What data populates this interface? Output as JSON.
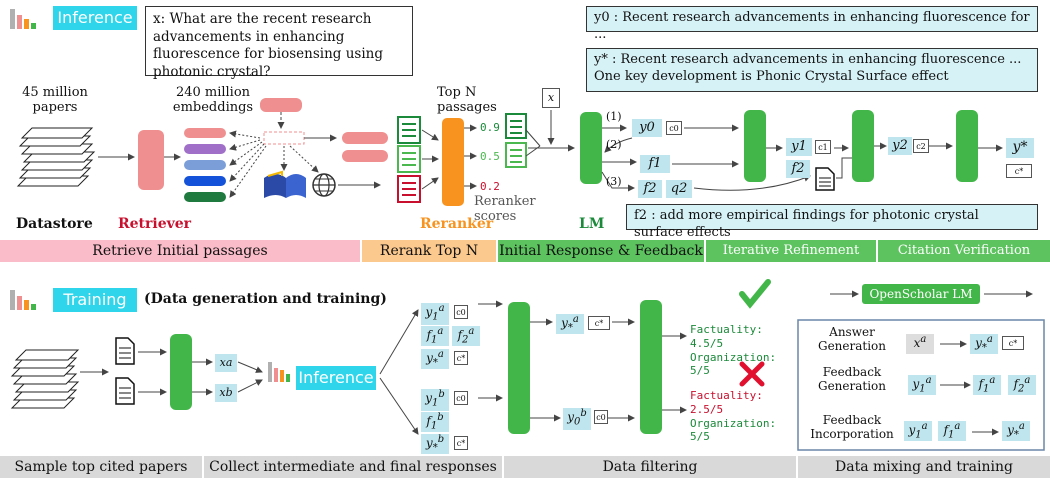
{
  "colors": {
    "green": "#43b649",
    "pink": "#f08f8f",
    "orange": "#f7931e",
    "cyan": "#2fd5ea",
    "dark_red": "#c8102e"
  },
  "top": {
    "inference_label": "Inference",
    "query": "x: What are the recent research advancements in enhancing fluorescence for biosensing using photonic crystal?",
    "papers_count": "45 million",
    "papers_word": "papers",
    "emb_count": "240 million",
    "emb_word": "embeddings",
    "top_n": "Top N passages",
    "x_small": "x",
    "scores": [
      "0.9",
      "0.5",
      "0.2"
    ],
    "reranker_scores": "Reranker scores",
    "datastore": "Datastore",
    "retriever": "Retriever",
    "reranker": "Reranker",
    "lm": "LM",
    "y0_text": "y0 : Recent research advancements in enhancing fluorescence for ...",
    "ystar_text": "y* : Recent research advancements in enhancing fluorescence ... One key development is Phonic Crystal Surface effect",
    "f2_text": "f2 : add more empirical findings for photonic crystal surface effects",
    "step_labels": [
      "(1)",
      "(2)",
      "(3)"
    ],
    "y0": "y0",
    "c0": "c0",
    "f1": "f1",
    "f2": "f2",
    "q2": "q2",
    "y1": "y1",
    "c1": "c1",
    "y2": "y2",
    "c2": "c2",
    "ystar": "y*",
    "cstar": "c*"
  },
  "bar_top": [
    "Retrieve Initial passages",
    "Rerank Top N",
    "Initial Response & Feedback",
    "Iterative Refinement",
    "Citation Verification"
  ],
  "bottom": {
    "training_label": "Training",
    "training_sub": "(Data generation and training)",
    "inference_label": "Inference",
    "xa": "xa",
    "xb": "xb",
    "factuality_good": "Factuality:",
    "factuality_good_val": "4.5/5",
    "organization_label": "Organization:",
    "organization_good_val": "5/5",
    "factuality_bad": "Factuality:",
    "factuality_bad_val": "2.5/5",
    "organization_bad_val": "5/5",
    "openscholar": "OpenScholar LM",
    "answer_gen": "Answer Generation",
    "feedback_gen": "Feedback Generation",
    "feedback_inc": "Feedback Incorporation",
    "x_a": "xa",
    "c0": "c0",
    "cstar": "c*"
  },
  "bar_bottom": [
    "Sample top cited papers",
    "Collect intermediate and final responses",
    "Data filtering",
    "Data mixing and training"
  ]
}
